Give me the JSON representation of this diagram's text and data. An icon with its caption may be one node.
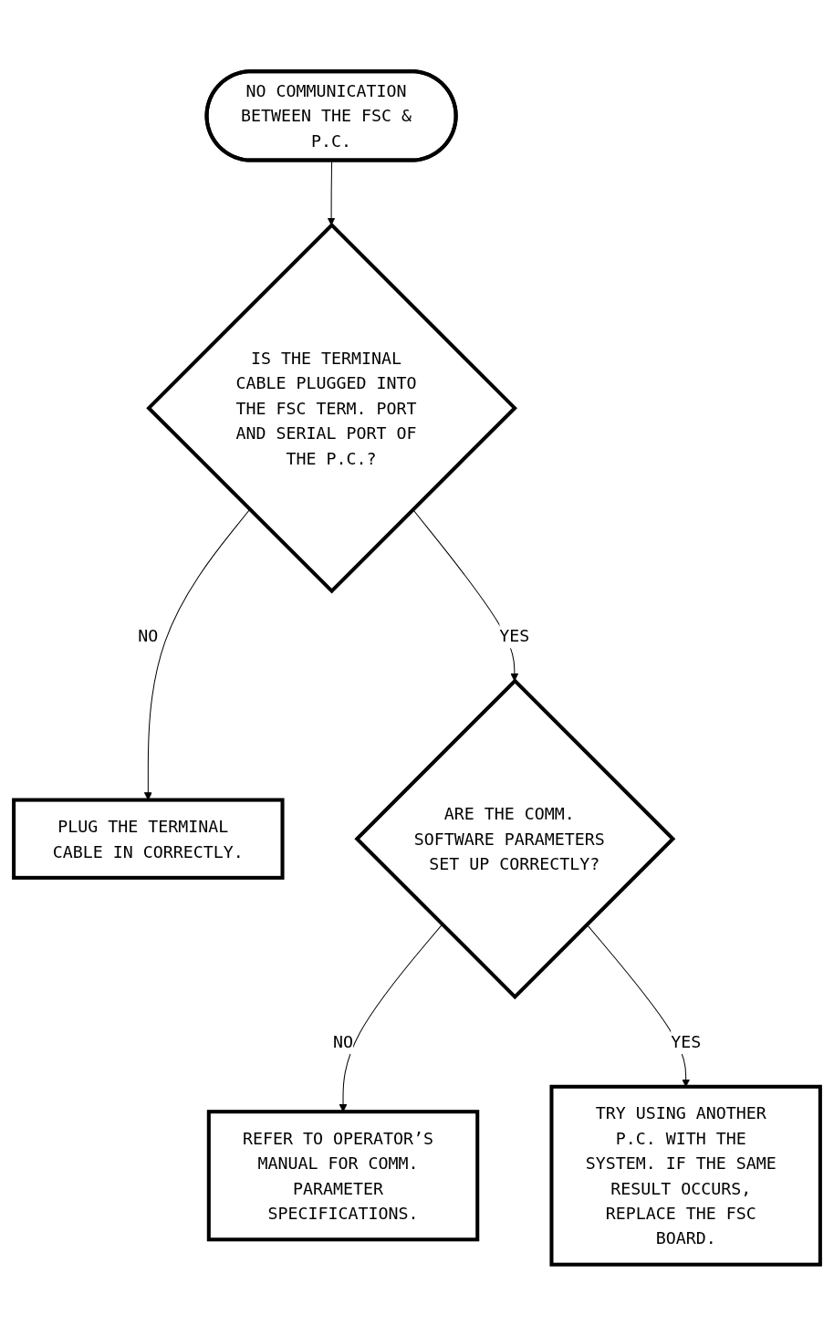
{
  "diagram": {
    "nodes": [
      {
        "text": [
          "NO COMMUNICATION BETWEEN THE FSC & P.C."
        ]
      },
      {
        "text": [
          "IS THE TERMINAL CABLE PLUGGED INTO THE FSC TERM. PORT AND SERIAL PORT OF THE P.C.?"
        ]
      },
      {
        "text": [
          "PLUG THE TERMINAL CABLE IN CORRECTLY."
        ]
      },
      {
        "text": [
          "ARE THE COMM. SOFTWARE PARAMETERS SET UP CORRECTLY?"
        ]
      },
      {
        "text": [
          "REFER TO OPERATOR’S MANUAL FOR COMM. PARAMETER SPECIFICATIONS."
        ]
      },
      {
        "text": [
          "TRY USING ANOTHER P.C. WITH THE SYSTEM. IF THE SAME RESULT OCCURS, REPLACE THE FSC BOARD."
        ]
      }
    ],
    "edges": [
      {
        "from": 0,
        "to": 1,
        "arrow": "to"
      },
      {
        "from": 1,
        "to": 2,
        "label": "NO",
        "arrow": "to"
      },
      {
        "from": 1,
        "to": 3,
        "label": "YES",
        "arrow": "to"
      },
      {
        "from": 3,
        "to": 4,
        "label": "NO",
        "arrow": "to"
      },
      {
        "from": 3,
        "to": 5,
        "label": "YES",
        "arrow": "to"
      }
    ]
  }
}
